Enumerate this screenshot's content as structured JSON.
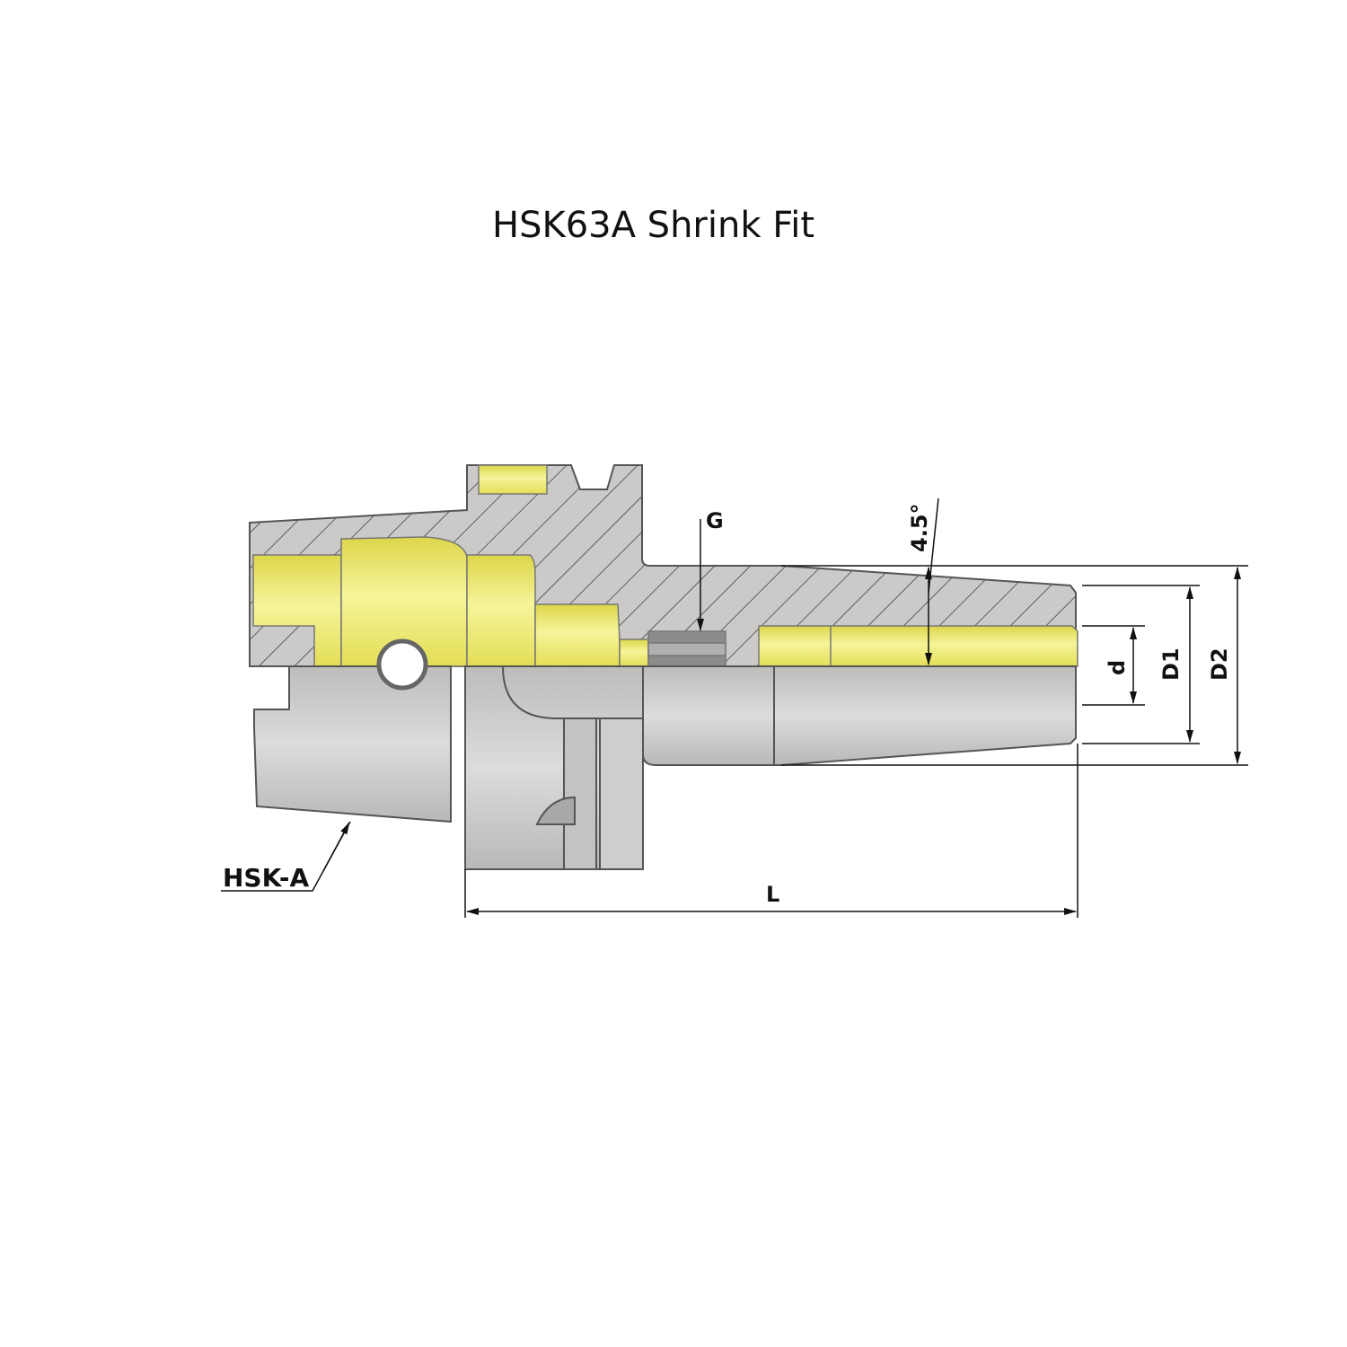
{
  "title": "HSK63A Shrink Fit",
  "labels": {
    "thread": "G",
    "angle": "4.5°",
    "bore_diameter": "d",
    "diameter_1": "D1",
    "diameter_2": "D2",
    "length": "L",
    "interface": "HSK-A"
  },
  "colors": {
    "section_gray": "#c9c8c6",
    "bore_yellow": "#f0ee7a",
    "body_gray": "#d2d1cf",
    "outline": "#555555"
  }
}
